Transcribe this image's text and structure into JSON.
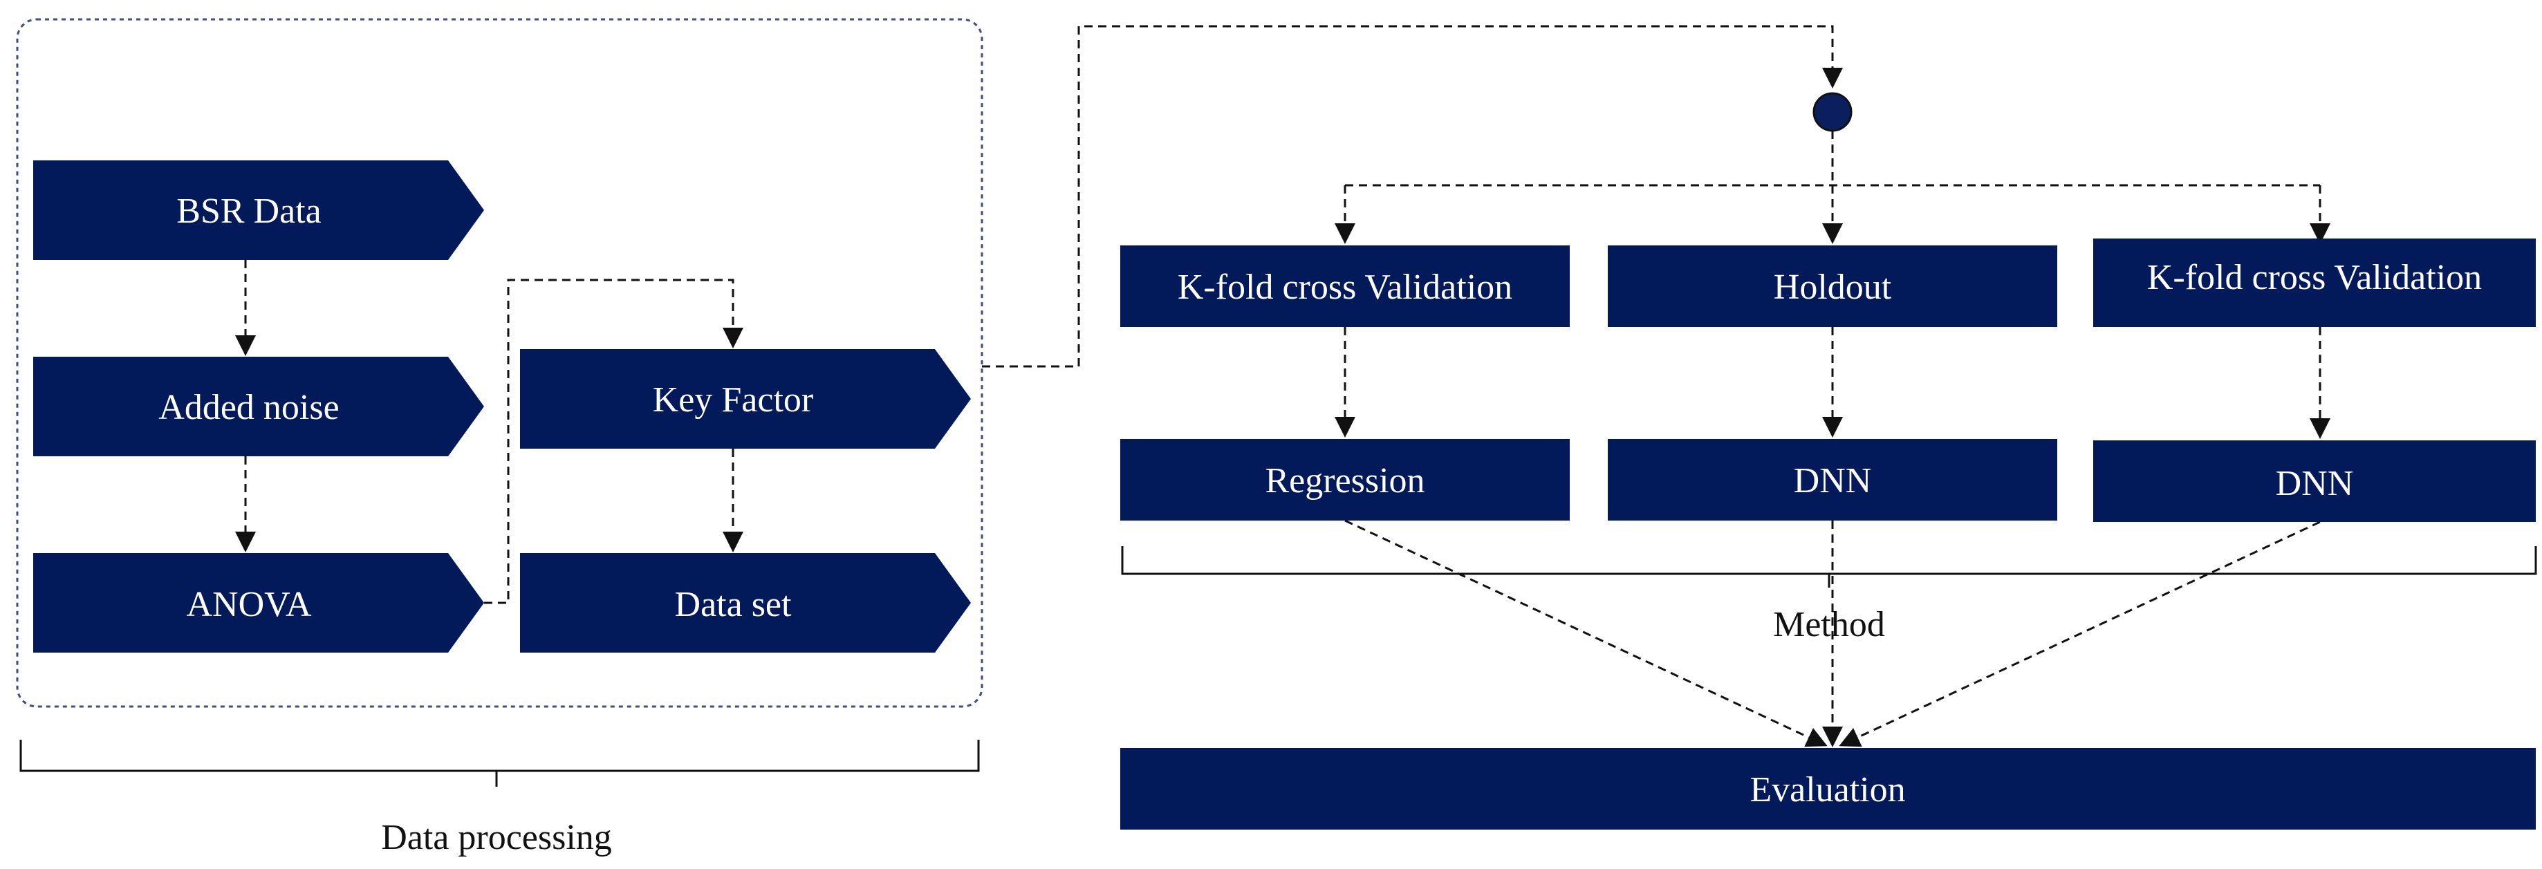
{
  "colors": {
    "node_fill": "#031A5A",
    "node_text": "#FFFFFF",
    "line": "#111111",
    "group_border": "#3A4F86",
    "junction": "#0B1E5E"
  },
  "data_processing": {
    "nodes": {
      "bsr_data": "BSR Data",
      "added_noise": "Added noise",
      "anova": "ANOVA",
      "key_factor": "Key Factor",
      "data_set": "Data set"
    },
    "group_label": "Data processing"
  },
  "method": {
    "validation": {
      "left": "K-fold cross Validation",
      "center": "Holdout",
      "right": "K-fold cross Validation"
    },
    "models": {
      "left": "Regression",
      "center": "DNN",
      "right": "DNN"
    },
    "group_label": "Method"
  },
  "evaluation": {
    "label": "Evaluation"
  }
}
